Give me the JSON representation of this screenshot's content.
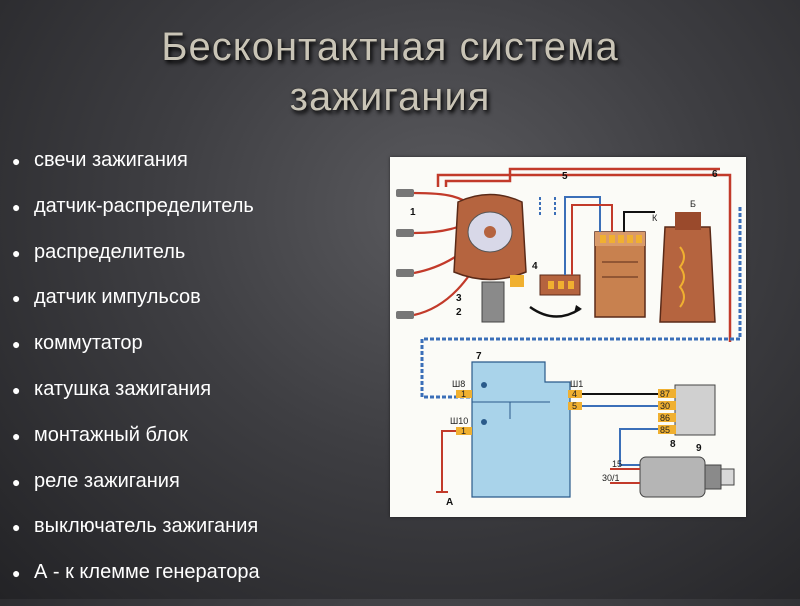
{
  "title": {
    "line1": "Бесконтактная система",
    "line2": "зажигания"
  },
  "bullets": [
    "свечи зажигания",
    "датчик-распределитель",
    "распределитель",
    "датчик импульсов",
    "коммутатор",
    "катушка зажигания",
    "монтажный блок",
    "реле зажигания",
    "выключатель зажигания",
    "А - к клемме генератора"
  ],
  "diagram": {
    "numbers": [
      "1",
      "2",
      "3",
      "4",
      "5",
      "6",
      "7",
      "8",
      "9"
    ],
    "labels": {
      "sh8": "Ш8",
      "sh1": "Ш1",
      "sh10": "Ш10",
      "pin1_left": "1",
      "pin1_right": "1",
      "pin4": "4",
      "pin5": "5",
      "relay_87": "87",
      "relay_30": "30",
      "relay_86": "86",
      "relay_85": "85",
      "switch_15": "15",
      "switch_30_1": "30/1",
      "coil_b": "Б",
      "coil_k": "К",
      "gen_a": "А"
    }
  },
  "colors": {
    "wire_red": "#c23a2a",
    "wire_blue": "#3b6fb8",
    "block_blue": "#a9d3ea",
    "terminal_yellow": "#f0b030"
  }
}
